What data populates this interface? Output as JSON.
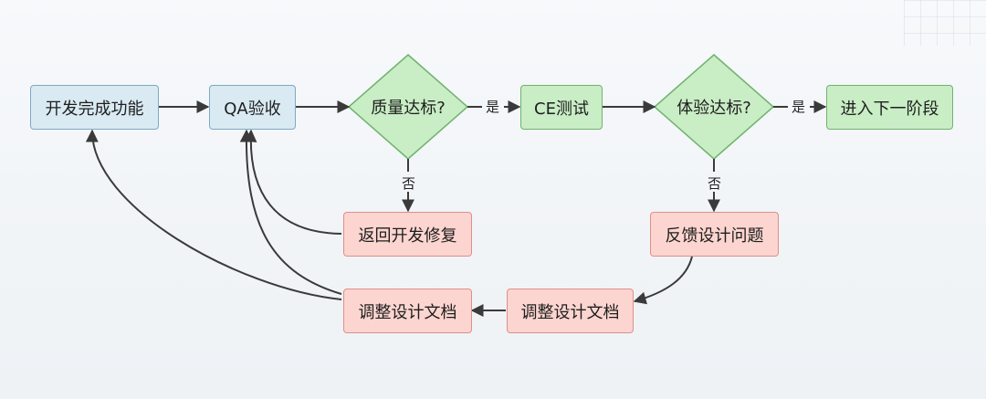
{
  "nodes": {
    "dev_complete": "开发完成功能",
    "qa_accept": "QA验收",
    "quality_check": "质量达标?",
    "ce_test": "CE测试",
    "experience_check": "体验达标?",
    "next_stage": "进入下一阶段",
    "return_dev_fix": "返回开发修复",
    "feedback_design": "反馈设计问题",
    "adjust_doc_left": "调整设计文档",
    "adjust_doc_right": "调整设计文档"
  },
  "edge_labels": {
    "yes_1": "是",
    "yes_2": "是",
    "no_1": "否",
    "no_2": "否"
  },
  "colors": {
    "start_fill": "#d9eaf3",
    "decision_fill": "#c9edc5",
    "fix_fill": "#fcd5d0",
    "edge": "#3a3a3a"
  }
}
